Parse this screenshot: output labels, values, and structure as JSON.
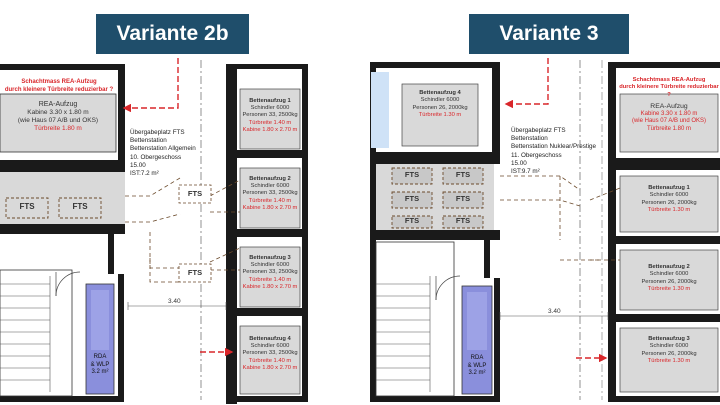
{
  "panels": {
    "left": {
      "title": "Variante 2b",
      "warning": [
        "Schachtmass REA-Aufzug",
        "durch kleinere Türbreite reduzierbar ?"
      ],
      "rea": {
        "name": "REA-Aufzug",
        "line1": "Kabine 3.30 x 1.80 m",
        "line2": "(wie Haus 07 A/B und OKS)",
        "door": "Türbreite 1.80 m"
      },
      "fts_pad": [
        "FTS",
        "FTS"
      ],
      "transfer": [
        "Übergabeplatz FTS",
        "Bettenstation",
        "Bettenstation Allgemein",
        "10. Obergeschoss",
        "15.00",
        "IST:7.2 m²"
      ],
      "fts_marks": [
        "FTS",
        "FTS"
      ],
      "dimension": "3.40",
      "rda": [
        "RDA",
        "& WLP",
        "3.2 m²"
      ],
      "lifts": [
        {
          "name": "Bettenaufzug 1",
          "model": "Schindler 6000",
          "capacity": "Personen 33, 2500kg",
          "door": "Türbreite 1.40 m",
          "cabin": "Kabine 1.80 x 2.70 m"
        },
        {
          "name": "Bettenaufzug 2",
          "model": "Schindler 6000",
          "capacity": "Personen 33, 2500kg",
          "door": "Türbreite 1.40 m",
          "cabin": "Kabine 1.80 x 2.70 m"
        },
        {
          "name": "Bettenaufzug 3",
          "model": "Schindler 6000",
          "capacity": "Personen 33, 2500kg",
          "door": "Türbreite 1.40 m",
          "cabin": "Kabine 1.80 x 2.70 m"
        },
        {
          "name": "Bettenaufzug 4",
          "model": "Schindler 6000",
          "capacity": "Personen 33, 2500kg",
          "door": "Türbreite 1.40 m",
          "cabin": "Kabine 1.80 x 2.70 m"
        }
      ]
    },
    "right": {
      "title": "Variante 3",
      "warning": [
        "Schachtmass REA-Aufzug",
        "durch kleinere Türbreite reduzierbar ?"
      ],
      "rea": {
        "name": "REA-Aufzug",
        "line1": "Kabine 3.30 x 1.80 m",
        "line2": "(wie Haus 07 A/B und OKS)",
        "door": "Türbreite 1.80 m"
      },
      "lift4": {
        "name": "Bettenaufzug 4",
        "model": "Schindler 6000",
        "capacity": "Personen 26, 2000kg",
        "door": "Türbreite 1.30 m"
      },
      "fts_pad": [
        "FTS",
        "FTS",
        "FTS",
        "FTS",
        "FTS",
        "FTS"
      ],
      "transfer": [
        "Übergabeplatz FTS",
        "Bettenstation",
        "Bettenstation Nuklear/Prestige",
        "11. Obergeschoss",
        "15.00",
        "IST:9.7 m²"
      ],
      "dimension": "3.40",
      "rda": [
        "RDA",
        "& WLP",
        "3.2 m²"
      ],
      "lifts": [
        {
          "name": "Bettenaufzug 1",
          "model": "Schindler 6000",
          "capacity": "Personen 26, 2000kg",
          "door": "Türbreite 1.30 m"
        },
        {
          "name": "Bettenaufzug 2",
          "model": "Schindler 6000",
          "capacity": "Personen 26, 2000kg",
          "door": "Türbreite 1.30 m"
        },
        {
          "name": "Bettenaufzug 3",
          "model": "Schindler 6000",
          "capacity": "Personen 26, 2000kg",
          "door": "Türbreite 1.30 m"
        }
      ]
    }
  },
  "colors": {
    "badge": "#1f4e6b",
    "warning": "#d9262a",
    "wall": "#1a1a1a",
    "shaft": "#d9d9d9",
    "rda": "#8a8fdc",
    "glass": "#cfe2f7"
  }
}
